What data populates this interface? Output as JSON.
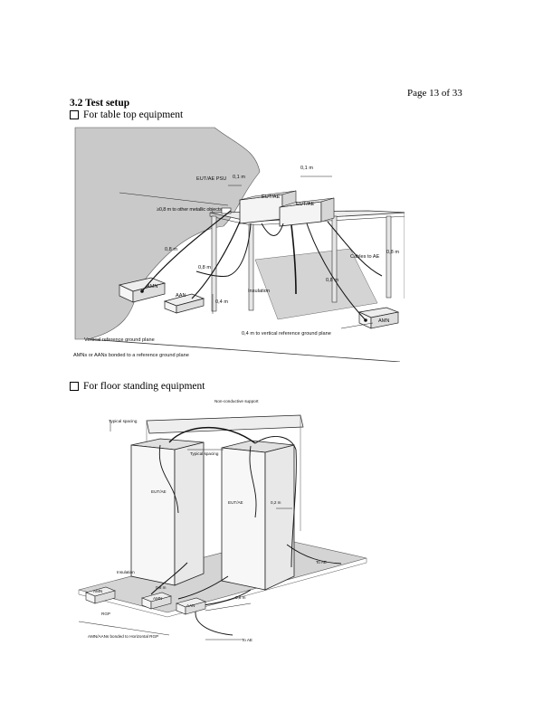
{
  "page": {
    "number": "Page 13 of 33"
  },
  "section": {
    "title": "3.2 Test setup"
  },
  "options": {
    "table_top": "For table top equipment",
    "floor_standing": "For floor standing equipment"
  },
  "figure1": {
    "eut_psu": "EUT/AE PSU",
    "eut_ae_1": "EUT/AE",
    "eut_ae_2": "EUT/AE",
    "dist_01a": "0,1 m",
    "dist_01b": "0,1 m",
    "metallic": "≥0,8 m to other metallic objects",
    "dist_08a": "0,8 m",
    "dist_08b": "0,8 m",
    "dist_08c": "0,8 m",
    "dist_08h": "0,8 m",
    "cables": "Cables to AE",
    "amn_left": "AMN",
    "aan": "AAN",
    "dist_04": "0,4 m",
    "insulation": "Insulation",
    "amn_right": "AMN",
    "vrgp": "Vertical reference ground plane",
    "dist_vrgp": "0,4 m to vertical reference ground plane",
    "bonded": "AMNs or AANs bonded to a reference ground plane"
  },
  "figure2": {
    "support": "Non-conductive support",
    "typical_1": "Typical spacing",
    "typical_2": "Typical spacing",
    "eut_left": "EUT/AE",
    "eut_right": "EUT/AE",
    "dist_02": "0,2 m",
    "to_ae_1": "To AE",
    "insulation": "Insulation",
    "dist_08a": "0,8 m",
    "dist_08b": "0,8 m",
    "amn": "AMN",
    "amn2": "AMN",
    "aan": "AAN",
    "rgp": "RGP",
    "bonded": "AMN/AANs bonded to Horizontal RGP",
    "to_ae_2": "To AE"
  }
}
